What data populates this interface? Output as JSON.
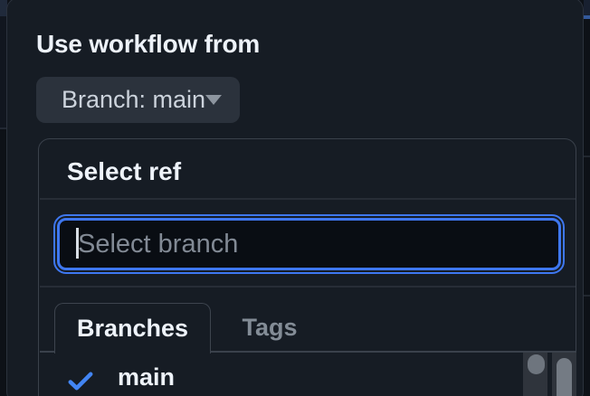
{
  "workflow_dispatch": {
    "heading": "Use workflow from",
    "branch_selector": {
      "label": "Branch: main",
      "icon": "triangle-down-icon"
    },
    "ref_panel": {
      "title": "Select ref",
      "search_input": {
        "value": "",
        "placeholder": "Select branch"
      },
      "tabs": [
        {
          "label": "Branches",
          "active": true
        },
        {
          "label": "Tags",
          "active": false
        }
      ],
      "list": [
        {
          "label": "main",
          "selected": true,
          "icon": "check-icon"
        }
      ]
    }
  },
  "colors": {
    "page_bg": "#0d1117",
    "overlay_bg": "#161c24",
    "panel_border": "#3a414b",
    "button_bg": "#2b323c",
    "input_bg": "#090d13",
    "focus_ring_blue": "#3e77f0",
    "check_blue": "#4285f4",
    "text_primary": "#eef3fa",
    "text_secondary": "#ccd3dc",
    "text_muted": "#838c96",
    "scrollbar_thumb": "#6e757e",
    "scrollbar_track": "#2f343c"
  }
}
